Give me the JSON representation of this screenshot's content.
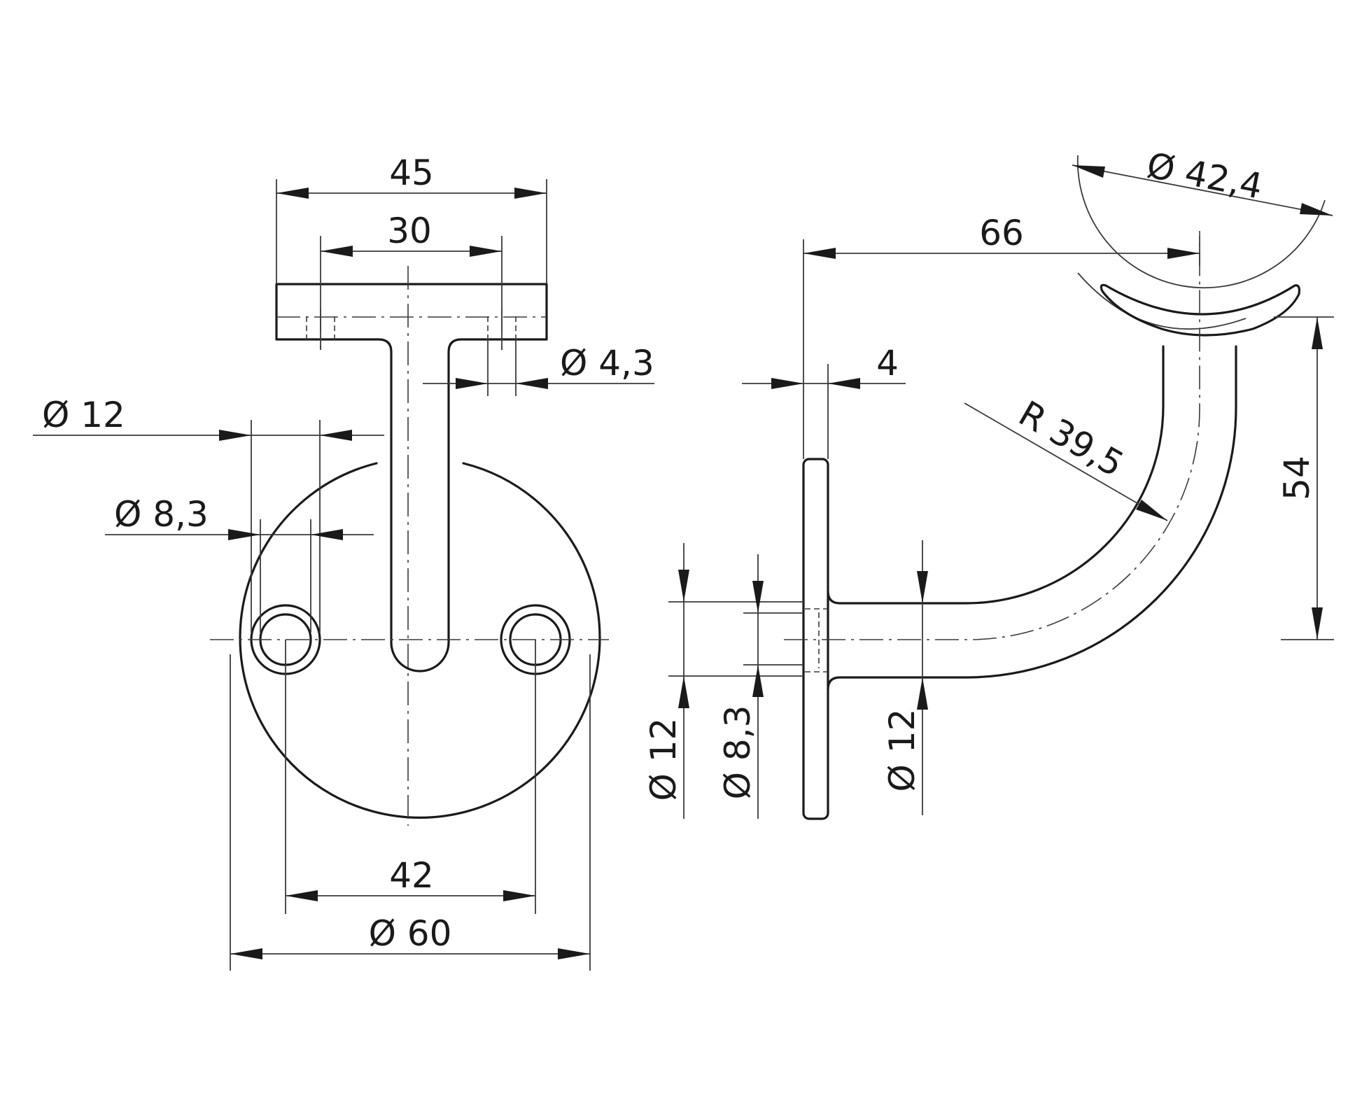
{
  "front_view": {
    "dim_width_top": "45",
    "dim_hole_spacing_top": "30",
    "dim_small_hole": "Ø 4,3",
    "dim_counterbore": "Ø 12",
    "dim_bore": "Ø 8,3",
    "dim_hole_spacing_base": "42",
    "dim_base_diameter": "Ø 60"
  },
  "side_view": {
    "dim_tube_diameter": "Ø 42,4",
    "dim_reach": "66",
    "dim_plate_thickness": "4",
    "dim_bend_radius": "R 39,5",
    "dim_height": "54",
    "dim_counterbore": "Ø 12",
    "dim_bore": "Ø 8,3",
    "dim_rod_diameter": "Ø 12"
  }
}
